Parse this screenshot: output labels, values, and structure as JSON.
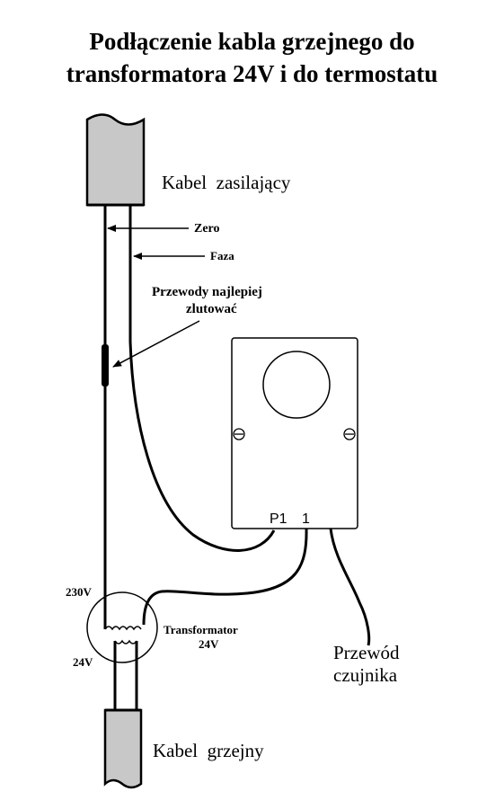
{
  "title": {
    "line1": "Podłączenie  kabla grzejnego do",
    "line2": "transformatora 24V i do termostatu"
  },
  "labels": {
    "supply_cable": "Kabel  zasilający",
    "zero": "Zero",
    "phase": "Faza",
    "solder_line1": "Przewody najlepiej",
    "solder_line2": "zlutować",
    "terminal_p1": "P1",
    "terminal_1": "1",
    "v230": "230V",
    "v24": "24V",
    "transformer_line1": "Transformator",
    "transformer_line2": "24V",
    "sensor_line1": "Przewód",
    "sensor_line2": "czujnika",
    "heating_cable": "Kabel  grzejny"
  },
  "colors": {
    "cable_fill": "#c8c8c8",
    "box_fill": "#ffffff",
    "ink": "#000000"
  },
  "icons": {
    "thermostat_screw_left": "screw-icon",
    "thermostat_screw_right": "screw-icon",
    "thermostat_dial": "dial-icon"
  }
}
